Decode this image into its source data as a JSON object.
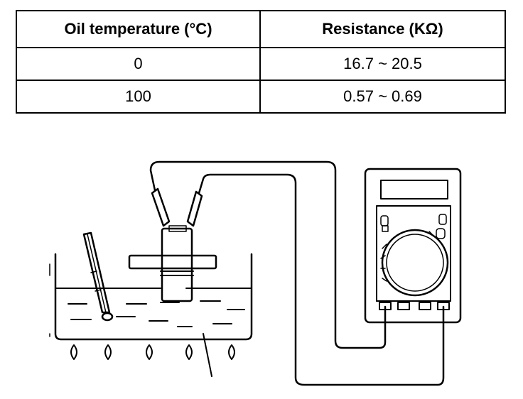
{
  "table": {
    "headers": [
      "Oil temperature (°C)",
      "Resistance (KΩ)"
    ],
    "rows": [
      [
        "0",
        "16.7 ~ 20.5"
      ],
      [
        "100",
        "0.57 ~ 0.69"
      ]
    ]
  },
  "diagram": {
    "stroke_color": "#000000",
    "background": "#ffffff",
    "elements": [
      "oil-bath-container",
      "oil-surface",
      "thermometer",
      "temperature-sensor",
      "burner-flames",
      "test-leads",
      "ohmmeter"
    ]
  }
}
